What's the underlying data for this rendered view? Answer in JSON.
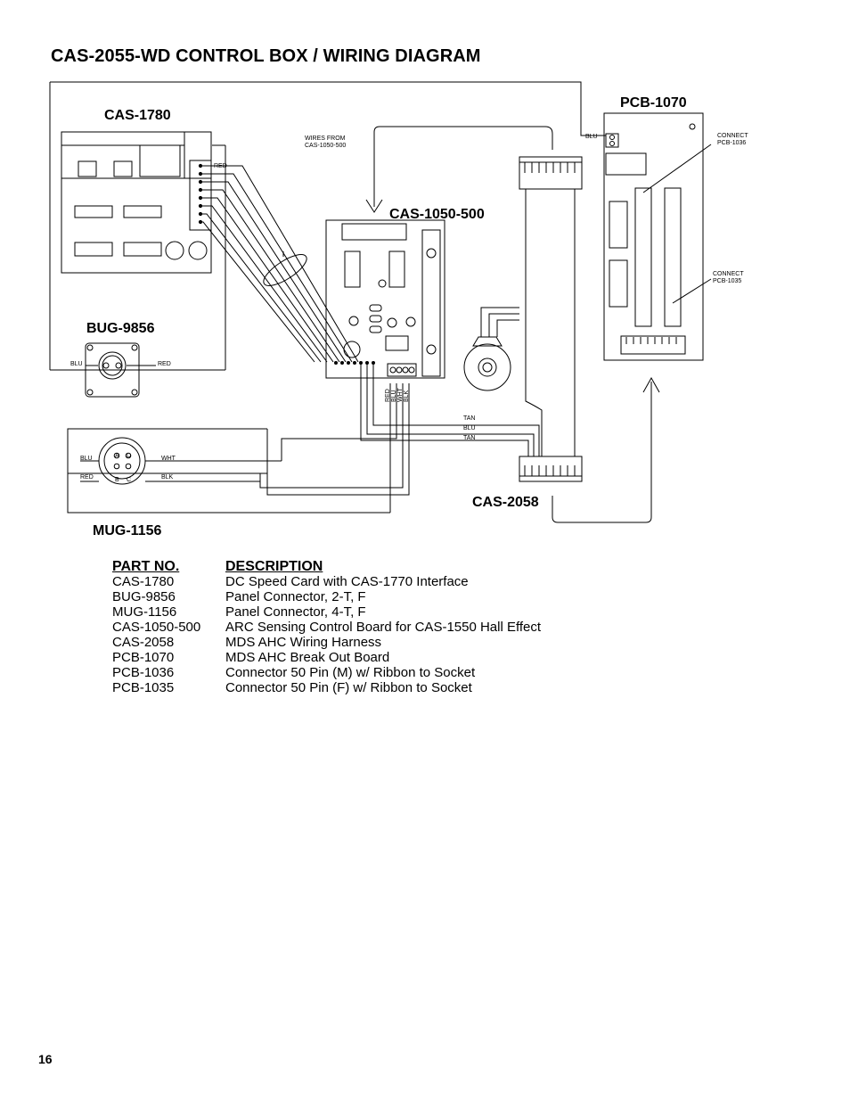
{
  "page": {
    "title": "CAS-2055-WD CONTROL BOX / WIRING DIAGRAM",
    "page_number": "16"
  },
  "diagram": {
    "labels": {
      "cas1780": "CAS-1780",
      "bug9856": "BUG-9856",
      "mug1156": "MUG-1156",
      "cas1050": "CAS-1050-500",
      "cas2058": "CAS-2058",
      "pcb1070": "PCB-1070",
      "wires_from_1": "WIRES FROM",
      "wires_from_2": "CAS-1050-500",
      "connect1036_1": "CONNECT",
      "connect1036_2": "PCB-1036",
      "connect1035_1": "CONNECT",
      "connect1035_2": "PCB-1035"
    },
    "wire_labels": {
      "red_top": "RED",
      "blu_pcb": "BLU",
      "bug_blu": "BLU",
      "bug_red": "RED",
      "mug_blu": "BLU",
      "mug_red": "RED",
      "mug_wht": "WHT",
      "mug_blk": "BLK",
      "tan1": "TAN",
      "blu_mid": "BLU",
      "tan2": "TAN",
      "term_red": "RED",
      "term_blu": "BLU",
      "term_wht": "WHT",
      "term_blk": "BLK"
    },
    "pins": {
      "a": "A",
      "d": "D",
      "b": "B",
      "c": "C"
    }
  },
  "parts": {
    "header_part": "PART NO.",
    "header_desc": "DESCRIPTION",
    "rows": [
      {
        "part": "CAS-1780",
        "desc": "DC Speed Card with CAS-1770 Interface"
      },
      {
        "part": "BUG-9856",
        "desc": "Panel Connector, 2-T, F"
      },
      {
        "part": "MUG-1156",
        "desc": "Panel Connector, 4-T, F"
      },
      {
        "part": "CAS-1050-500",
        "desc": "ARC Sensing Control Board for CAS-1550 Hall Effect"
      },
      {
        "part": "CAS-2058",
        "desc": "MDS AHC Wiring Harness"
      },
      {
        "part": "PCB-1070",
        "desc": "MDS AHC Break Out Board"
      },
      {
        "part": "PCB-1036",
        "desc": "Connector 50 Pin (M) w/ Ribbon to Socket"
      },
      {
        "part": "PCB-1035",
        "desc": "Connector 50 Pin (F) w/ Ribbon to Socket"
      }
    ]
  }
}
